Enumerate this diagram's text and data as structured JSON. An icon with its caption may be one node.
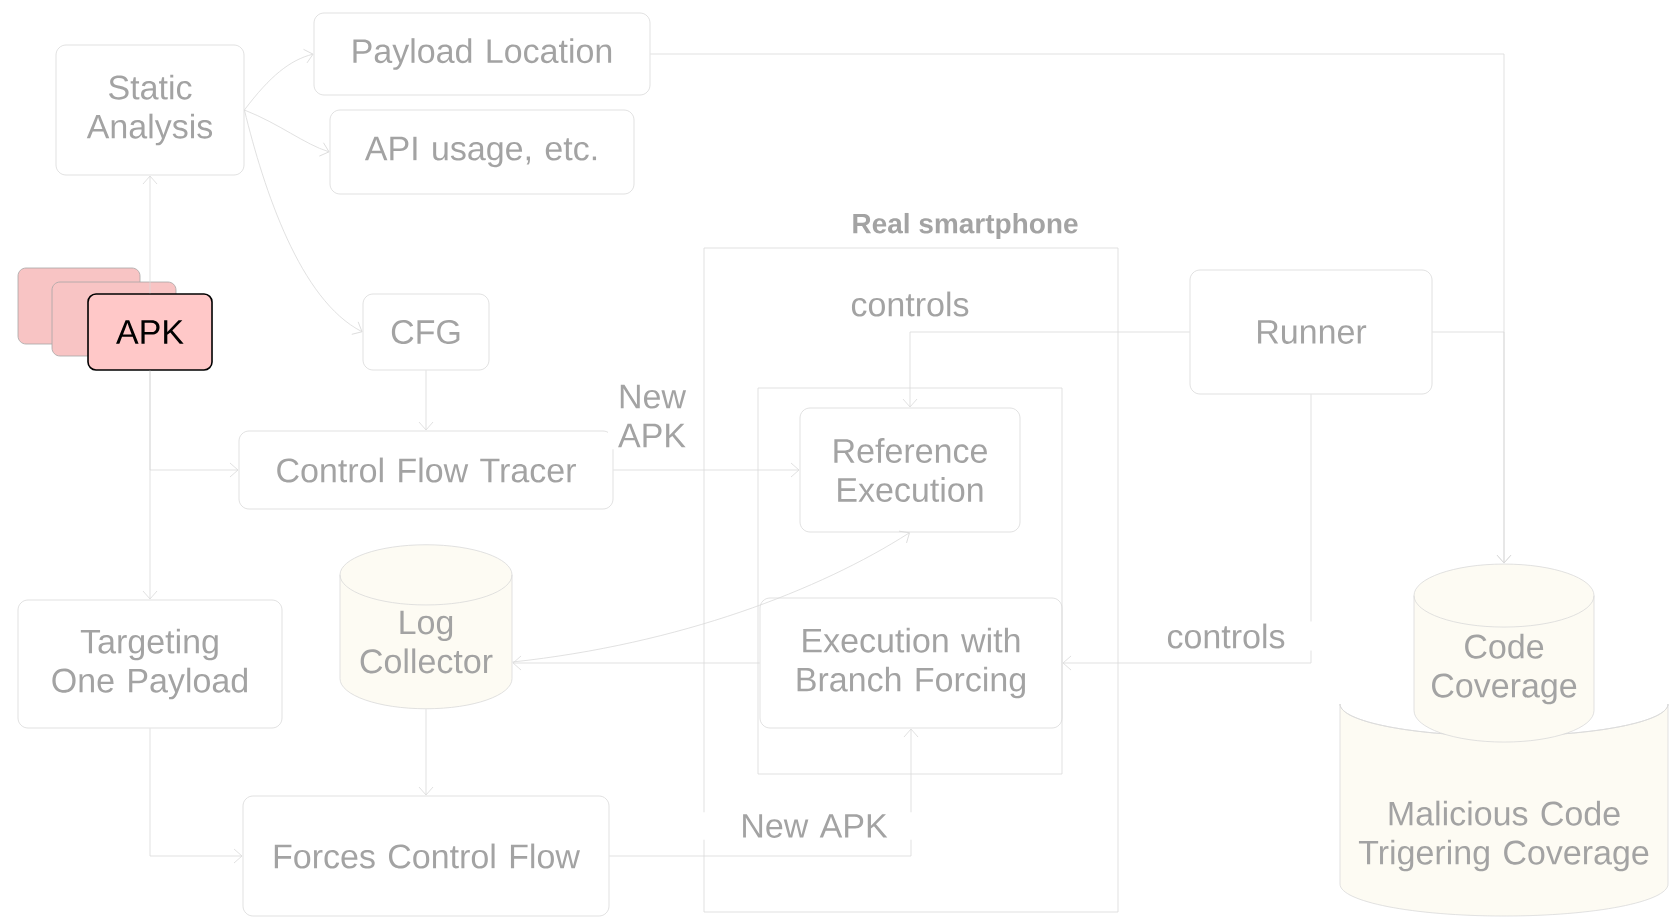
{
  "diagram": {
    "nodes": [
      {
        "text": [
          "Static Analysis"
        ]
      },
      {
        "text": [
          "Payload Location"
        ]
      },
      {
        "text": [
          "API usage, etc."
        ]
      },
      {
        "text": [
          "APK"
        ]
      },
      {
        "text": [
          "CFG"
        ]
      },
      {
        "text": [
          "Control Flow Tracer"
        ]
      },
      {
        "text": [
          "Targeting One Payload"
        ]
      },
      {
        "text": [
          "Log Collector"
        ]
      },
      {
        "text": [
          "Forces Control Flow"
        ]
      },
      {
        "text": [
          "Real smartphone"
        ]
      },
      {
        "text": [],
        "shape": "box",
        "in": 9
      },
      {
        "text": [
          "Reference Execution"
        ],
        "in": 10
      },
      {
        "text": [
          "Execution with Branch Forcing"
        ],
        "in": 10
      },
      {
        "text": [
          "Runner"
        ]
      },
      {
        "text": [
          "Malicious Code Trigering Coverage"
        ]
      },
      {
        "text": [
          "Code Coverage"
        ]
      }
    ],
    "edges": [
      {
        "from": 3,
        "to": 0,
        "arrow": "to"
      },
      {
        "from": 0,
        "to": 1,
        "arrow": "to"
      },
      {
        "from": 0,
        "to": 2,
        "arrow": "to"
      },
      {
        "from": 0,
        "to": 4,
        "arrow": "to"
      },
      {
        "from": 4,
        "to": 5,
        "arrow": "to"
      },
      {
        "from": 3,
        "to": 5,
        "arrow": "to"
      },
      {
        "from": 3,
        "to": 6,
        "arrow": "to"
      },
      {
        "from": 5,
        "to": 11,
        "arrow": "to",
        "label": "New APK"
      },
      {
        "from": 6,
        "to": 8,
        "arrow": "to"
      },
      {
        "from": 7,
        "to": 8,
        "arrow": "to"
      },
      {
        "from": 12,
        "to": 7,
        "arrow": "to"
      },
      {
        "from": 7,
        "to": 11,
        "arrow": "to"
      },
      {
        "from": 8,
        "to": 12,
        "arrow": "to",
        "label": "New APK"
      },
      {
        "from": 13,
        "to": 11,
        "arrow": "to",
        "label": "controls"
      },
      {
        "from": 13,
        "to": 12,
        "arrow": "to",
        "label": "controls"
      },
      {
        "from": 1,
        "to": 15,
        "arrow": "to"
      },
      {
        "from": 13,
        "to": 15,
        "arrow": "to"
      }
    ]
  }
}
